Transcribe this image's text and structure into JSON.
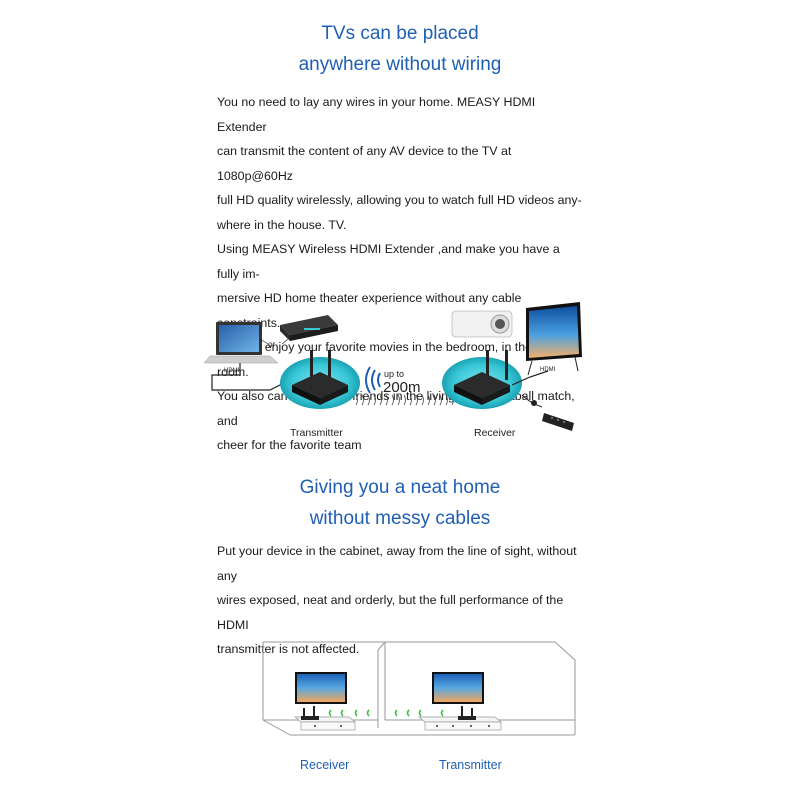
{
  "section1": {
    "title_line1": "TVs can be placed",
    "title_line2": "anywhere without wiring",
    "paragraph_lines": [
      "You no need to lay any wires in your home. MEASY HDMI Extender",
      "can transmit the content of any AV device to the TV at 1080p@60Hz",
      "full HD quality wirelessly, allowing you to watch full HD videos any-",
      "where in the house. TV.",
      "Using MEASY Wireless HDMI Extender ,and make you have a fully im-",
      "mersive HD home theater experience without any cable constraints.",
      "You can enjoy your favorite movies in the bedroom, in the living room.",
      "You also can watch with friends in the living room Football match, and",
      "cheer for the favorite team"
    ]
  },
  "diagram1": {
    "or_label": "or",
    "hdmi_left": "HDMI",
    "hdmi_right": "HDMI",
    "range_up_to": "up to",
    "range_value": "200m",
    "transmitter_label": "Transmitter",
    "receiver_label": "Receiver"
  },
  "section2": {
    "title_line1": "Giving you a neat home",
    "title_line2": "without messy cables",
    "paragraph_lines": [
      "Put your device in the cabinet, away from the line of sight, without any",
      "wires exposed, neat and orderly, but the full performance of the HDMI",
      "transmitter is not affected."
    ]
  },
  "diagram2": {
    "receiver_label": "Receiver",
    "transmitter_label": "Transmitter"
  },
  "colors": {
    "heading_blue": "#1f5fb4",
    "signal_green": "#3dbb4a",
    "halo_teal": "#39c7d6"
  }
}
